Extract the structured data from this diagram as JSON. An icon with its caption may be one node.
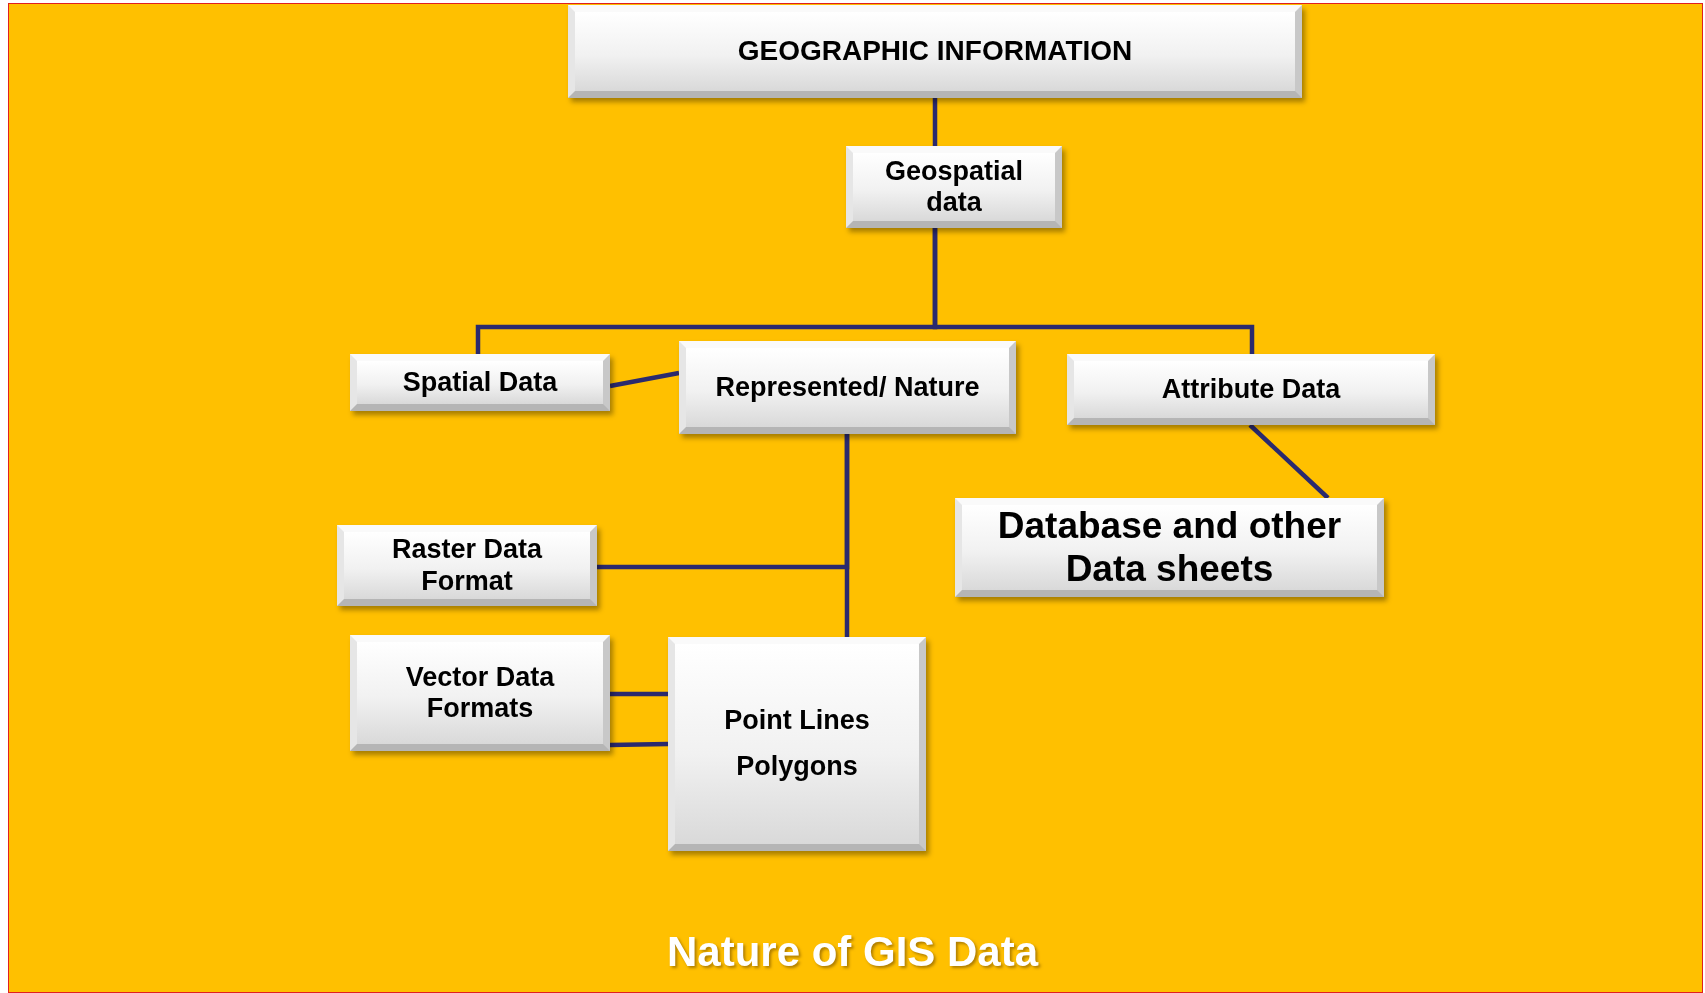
{
  "diagram": {
    "caption": "Nature of GIS Data",
    "nodes": [
      {
        "text": [
          "GEOGRAPHIC INFORMATION"
        ]
      },
      {
        "text": [
          "Geospatial data"
        ]
      },
      {
        "text": [
          "Spatial Data"
        ]
      },
      {
        "text": [
          "Represented/ Nature"
        ]
      },
      {
        "text": [
          "Attribute Data"
        ]
      },
      {
        "text": [
          "Raster Data Format"
        ]
      },
      {
        "text": [
          "Database and other Data sheets"
        ]
      },
      {
        "text": [
          "Vector Data Formats"
        ]
      },
      {
        "text": [
          "Point Lines Polygons"
        ]
      }
    ],
    "edges": [
      {
        "from": 0,
        "to": 1,
        "arrow": "none"
      },
      {
        "from": 1,
        "to": 2,
        "arrow": "none"
      },
      {
        "from": 1,
        "to": 4,
        "arrow": "none"
      },
      {
        "from": 2,
        "to": 3,
        "arrow": "none"
      },
      {
        "from": 3,
        "to": 8,
        "arrow": "none"
      },
      {
        "from": 3,
        "to": 5,
        "arrow": "none"
      },
      {
        "from": 7,
        "to": 8,
        "arrow": "none"
      },
      {
        "from": 7,
        "to": 8,
        "arrow": "none"
      },
      {
        "from": 4,
        "to": 6,
        "arrow": "none"
      }
    ]
  }
}
